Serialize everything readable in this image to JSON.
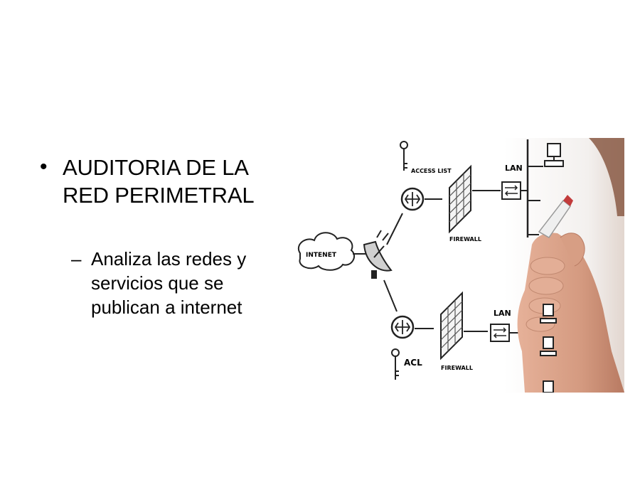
{
  "slide": {
    "bullet": "•",
    "title_lines": [
      "AUDITORIA DE LA",
      "RED PERIMETRAL"
    ],
    "sub_dash": "–",
    "sub_lines": [
      "Analiza las redes y",
      "servicios que se",
      "publican a internet"
    ]
  },
  "diagram": {
    "internet_label": "INTENET",
    "access_list_label": "ACCESS LIST",
    "acl_label": "ACL",
    "firewall_label": "FIREWALL",
    "lan_label": "LAN"
  }
}
